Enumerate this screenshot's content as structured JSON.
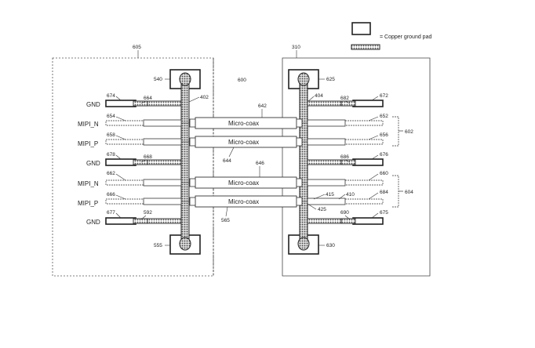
{
  "legend": {
    "label": "= Copper ground pad"
  },
  "refs": {
    "board_left": "605",
    "board_right": "310",
    "gap": "600",
    "pad_tl": "540",
    "pad_bl": "555",
    "pad_tr": "625",
    "pad_br": "630",
    "via_l": "402",
    "via_r": "404",
    "coax1": "642",
    "coax2": "644",
    "coax3": "646",
    "coax4": "565",
    "r674": "674",
    "r664": "664",
    "r654": "654",
    "r658": "658",
    "r678": "678",
    "r668": "668",
    "r662": "662",
    "r666": "666",
    "r677": "677",
    "r592": "592",
    "r682": "682",
    "r672": "672",
    "r652": "652",
    "r656": "656",
    "r686": "686",
    "r676": "676",
    "r660": "660",
    "r415": "415",
    "r410": "410",
    "r684": "684",
    "r425": "425",
    "r690": "690",
    "r675": "675",
    "r602": "602",
    "r604": "604"
  },
  "signals_left": [
    "GND",
    "MIPI_N",
    "MIPI_P",
    "GND",
    "MIPI_N",
    "MIPI_P",
    "GND"
  ],
  "coax_labels": [
    "Micro-coax",
    "Micro-coax",
    "Micro-coax",
    "Micro-coax"
  ]
}
